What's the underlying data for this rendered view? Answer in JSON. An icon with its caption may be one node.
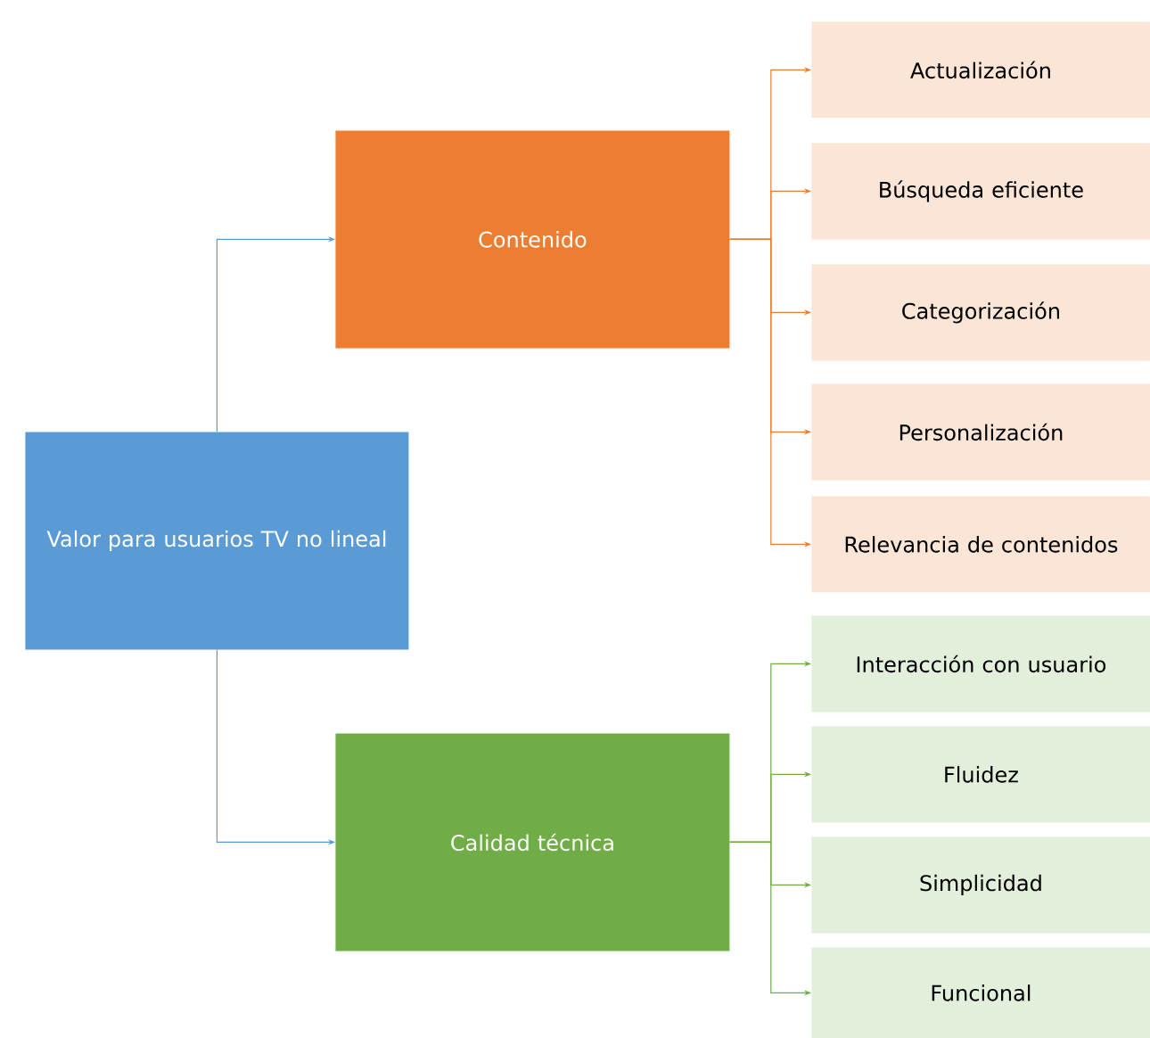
{
  "diagram": {
    "nodes": [
      {
        "text": [
          "Valor para usuarios TV no lineal"
        ]
      },
      {
        "text": [
          "Contenido"
        ]
      },
      {
        "text": [
          "Calidad técnica"
        ]
      },
      {
        "text": [
          "Actualización"
        ]
      },
      {
        "text": [
          "Búsqueda eficiente"
        ]
      },
      {
        "text": [
          "Categorización"
        ]
      },
      {
        "text": [
          "Personalización"
        ]
      },
      {
        "text": [
          "Relevancia de contenidos"
        ]
      },
      {
        "text": [
          "Interacción con usuario"
        ]
      },
      {
        "text": [
          "Fluidez"
        ]
      },
      {
        "text": [
          "Simplicidad"
        ]
      },
      {
        "text": [
          "Funcional"
        ]
      }
    ],
    "edges": [
      {
        "from": 0,
        "to": 1,
        "arrow": "to",
        "color": "#5b9bd5"
      },
      {
        "from": 0,
        "to": 2,
        "arrow": "to",
        "color": "#5b9bd5"
      },
      {
        "from": 1,
        "to": 3,
        "arrow": "to"
      },
      {
        "from": 1,
        "to": 4,
        "arrow": "to"
      },
      {
        "from": 1,
        "to": 5,
        "arrow": "to"
      },
      {
        "from": 1,
        "to": 6,
        "arrow": "to"
      },
      {
        "from": 1,
        "to": 7,
        "arrow": "to"
      },
      {
        "from": 2,
        "to": 8,
        "arrow": "to",
        "color": "#70ad47"
      },
      {
        "from": 2,
        "to": 9,
        "arrow": "to",
        "color": "#70ad47"
      },
      {
        "from": 2,
        "to": 10,
        "arrow": "to",
        "color": "#70ad47"
      },
      {
        "from": 2,
        "to": 11,
        "arrow": "to",
        "color": "#70ad47"
      }
    ]
  }
}
